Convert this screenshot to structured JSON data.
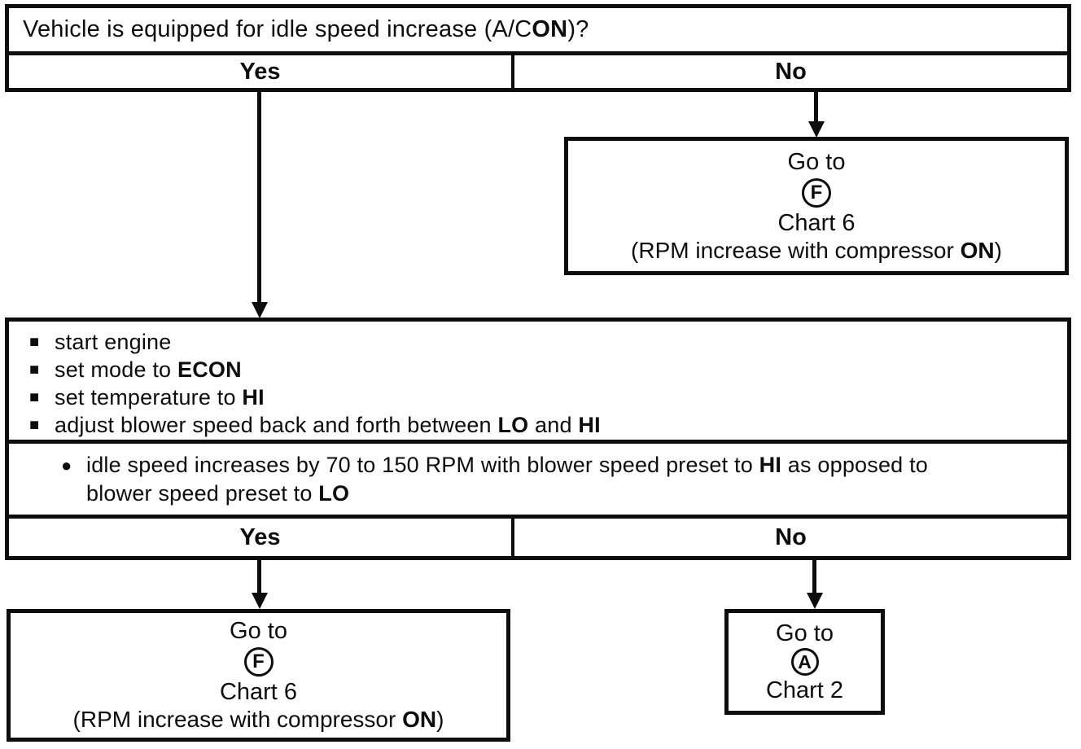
{
  "palette": {
    "ink": "#0d0d0d",
    "paper": "#fefefe"
  },
  "icons": {
    "square_bullet": "■",
    "round_bullet": "●",
    "down_arrow": "arrow-down"
  },
  "decision1": {
    "question_pre": "Vehicle is equipped for idle speed increase (A/C ",
    "question_bold": "ON",
    "question_post": ")?",
    "yes": "Yes",
    "no": "No"
  },
  "steps": {
    "s1": "start engine",
    "s2_pre": "set mode to ",
    "s2_bold": "ECON",
    "s3_pre": "set temperature to ",
    "s3_bold": "HI",
    "s4_pre": "adjust blower speed back and forth between ",
    "s4_bold1": "LO",
    "s4_mid": " and ",
    "s4_bold2": "HI"
  },
  "condition": {
    "l1_pre": "idle speed increases by 70 to 150 RPM with blower speed preset to ",
    "l1_bold": "HI",
    "l1_post": " as opposed to",
    "l2_pre": "blower speed preset to ",
    "l2_bold": "LO"
  },
  "decision2": {
    "yes": "Yes",
    "no": "No"
  },
  "goto_no_branch": {
    "line1": "Go to",
    "letter": "F",
    "chart": "Chart 6",
    "sub_pre": "(RPM increase with compressor ",
    "sub_bold": "ON",
    "sub_post": ")"
  },
  "goto_yes_branch": {
    "line1": "Go to",
    "letter": "F",
    "chart": "Chart 6",
    "sub_pre": "(RPM increase with compressor ",
    "sub_bold": "ON",
    "sub_post": ")"
  },
  "goto_no2_branch": {
    "line1": "Go to",
    "letter": "A",
    "chart": "Chart 2"
  }
}
